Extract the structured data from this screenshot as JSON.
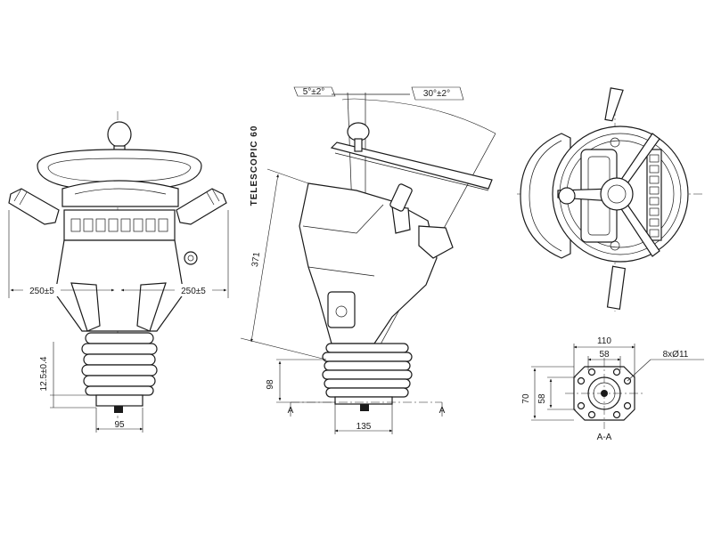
{
  "front_view": {
    "width_left": "250±5",
    "width_right": "250±5",
    "height_tolerance": "12.5±0.4",
    "base_width": "95"
  },
  "side_view": {
    "tilt_angle": "5°±2°",
    "tilt_angle_range": "30°±2°",
    "telescopic": "TELESCOPIC 60",
    "length": "371",
    "base_height": "98",
    "base_width": "135",
    "section_left": "A",
    "section_right": "A"
  },
  "flange_view": {
    "outer_width": "110",
    "inner_width": "58",
    "outer_height": "70",
    "inner_height": "58",
    "holes": "8xØ11",
    "section_label": "A-A"
  }
}
